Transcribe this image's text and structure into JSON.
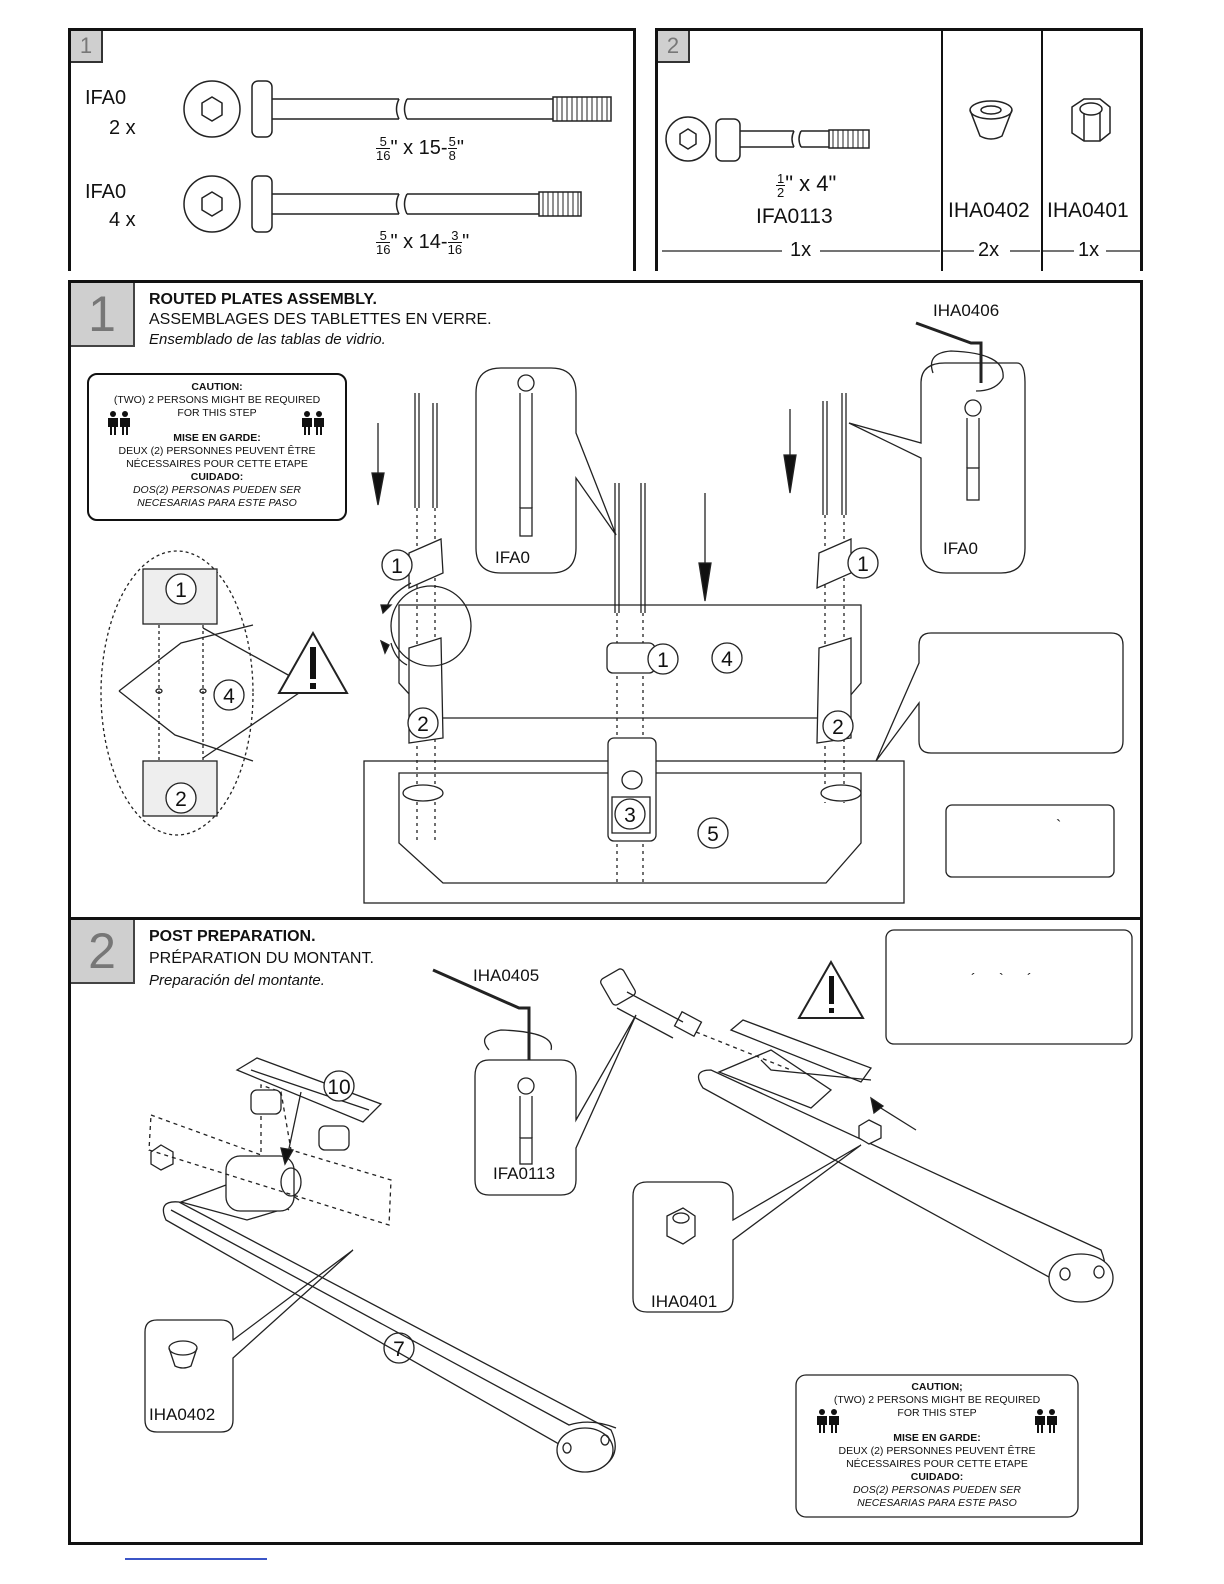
{
  "parts_box_1": {
    "corner": "1",
    "items": [
      {
        "code": "IFA0",
        "qty": "2 x",
        "size_num": "5",
        "size_den": "16",
        "size_mid": "\" x 15-",
        "size_num2": "5",
        "size_den2": "8",
        "size_end": "\""
      },
      {
        "code": "IFA0",
        "qty": "4 x",
        "size_num": "5",
        "size_den": "16",
        "size_mid": "\" x 14-",
        "size_num2": "3",
        "size_den2": "16",
        "size_end": "\""
      }
    ]
  },
  "parts_box_2": {
    "corner": "2",
    "bolt_num": "1",
    "bolt_den": "2",
    "bolt_size_rest": "\" x 4\"",
    "bolt_code": "IFA0113",
    "bolt_qty": "1x",
    "washer_code": "IHA0402",
    "washer_qty": "2x",
    "nut_code": "IHA0401",
    "nut_qty": "1x"
  },
  "step1": {
    "number": "1",
    "title_en": "ROUTED PLATES ASSEMBLY.",
    "title_fr": "ASSEMBLAGES DES TABLETTES EN VERRE.",
    "title_es": "Ensemblado de las tablas de vidrio.",
    "tool_code": "IHA0406",
    "detail_bolt_left": "IFA0",
    "detail_bolt_right": "IFA0",
    "callouts": [
      "1",
      "1",
      "1",
      "4",
      "2",
      "2",
      "3",
      "5",
      "1",
      "4",
      "2"
    ],
    "backtick": "`"
  },
  "caution1": {
    "h1": "CAUTION:",
    "l1": "(TWO) 2 PERSONS MIGHT BE REQUIRED",
    "l2": "FOR THIS STEP",
    "h2": "MISE EN GARDE:",
    "l3": "DEUX (2) PERSONNES PEUVENT ÊTRE",
    "l4": "NÉCESSAIRES POUR CETTE ETAPE",
    "h3": "CUIDADO:",
    "l5": "DOS(2) PERSONAS PUEDEN SER",
    "l6": "NECESARIAS PARA ESTE PASO"
  },
  "step2": {
    "number": "2",
    "title_en": "POST PREPARATION.",
    "title_fr": "PRÉPARATION DU MONTANT.",
    "title_es": "Preparación del montante.",
    "tool_code": "IHA0405",
    "bolt_code": "IFA0113",
    "nut_code": "IHA0401",
    "washer_code": "IHA0402",
    "callout_plate": "10",
    "callout_post": "7",
    "marks": "´      `      ´"
  },
  "caution2": {
    "h1": "CAUTION;",
    "l1": "(TWO) 2 PERSONS MIGHT BE REQUIRED",
    "l2": "FOR THIS STEP",
    "h2": "MISE EN GARDE:",
    "l3": "DEUX (2) PERSONNES PEUVENT ÊTRE",
    "l4": "NÉCESSAIRES POUR CETTE ETAPE",
    "h3": "CUIDADO:",
    "l5": "DOS(2) PERSONAS PUEDEN SER",
    "l6": "NECESARIAS PARA ESTE PASO"
  }
}
